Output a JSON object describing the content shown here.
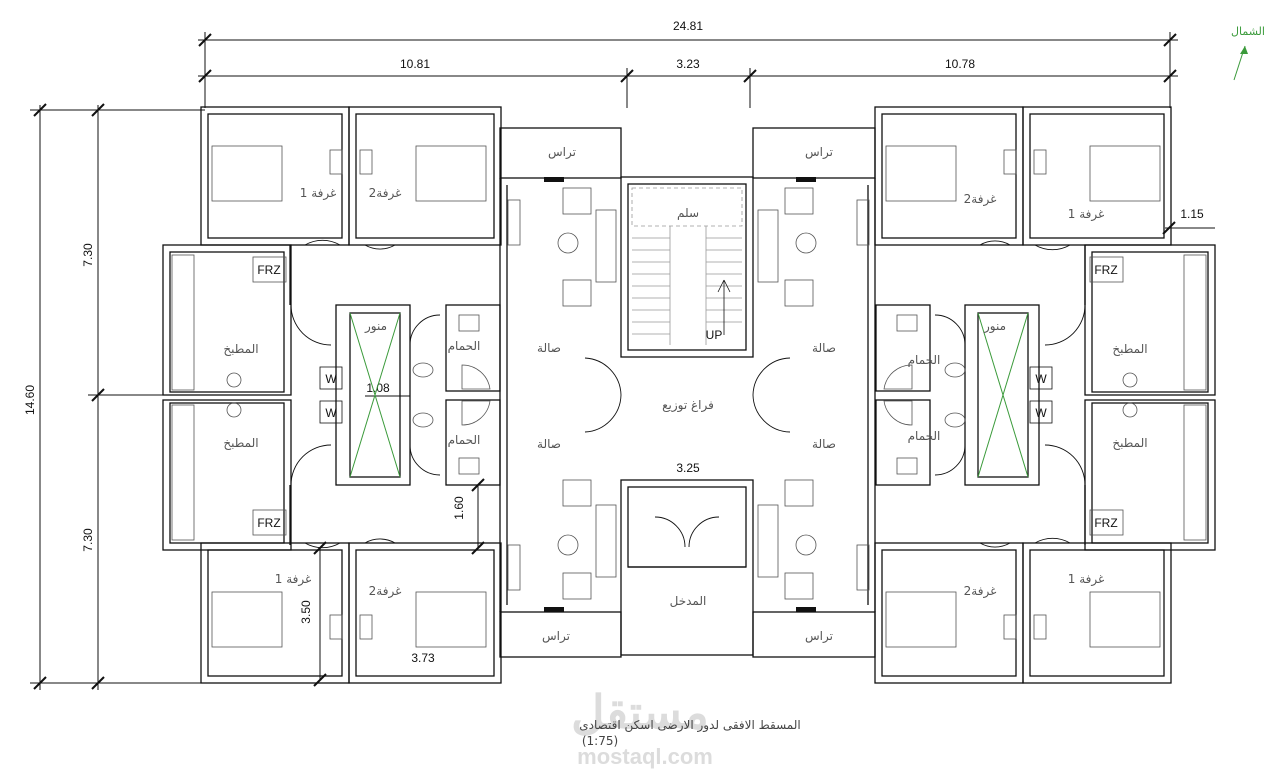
{
  "dimensions": {
    "overall_width": "24.81",
    "left_block": "10.81",
    "middle_block": "3.23",
    "right_block": "10.78",
    "overall_height": "14.60",
    "upper_half": "7.30",
    "lower_half": "7.30",
    "side_offset": "1.15",
    "light_well_width": "1.08",
    "bath_depth": "1.60",
    "room_depth": "3.50",
    "room_width": "3.73",
    "corridor_width": "3.25"
  },
  "labels": {
    "terrace": "تراس",
    "room1": "غرفة 1",
    "room2": "غرفة2",
    "kitchen": "المطبخ",
    "bathroom": "الحمام",
    "bathroom_alt": "الحمام",
    "hall": "صالة",
    "stairs": "سلم",
    "up": "UP",
    "distribution": "فراغ توزيع",
    "entrance": "المدخل",
    "light_well": "منور",
    "freezer": "FRZ",
    "washer": "W"
  },
  "north_label": "الشمال",
  "caption": {
    "line1": "المسقط الافقى لدور الارضى اسكن اقتصادى",
    "line2": "(1:75)"
  },
  "watermark": {
    "brand": "مستقل",
    "url": "mostaql.com"
  },
  "colors": {
    "wall": "#111111",
    "light_well_x": "#3a9a3a",
    "north_arrow": "#3a9a3a",
    "watermark": "#dcdcdc"
  }
}
